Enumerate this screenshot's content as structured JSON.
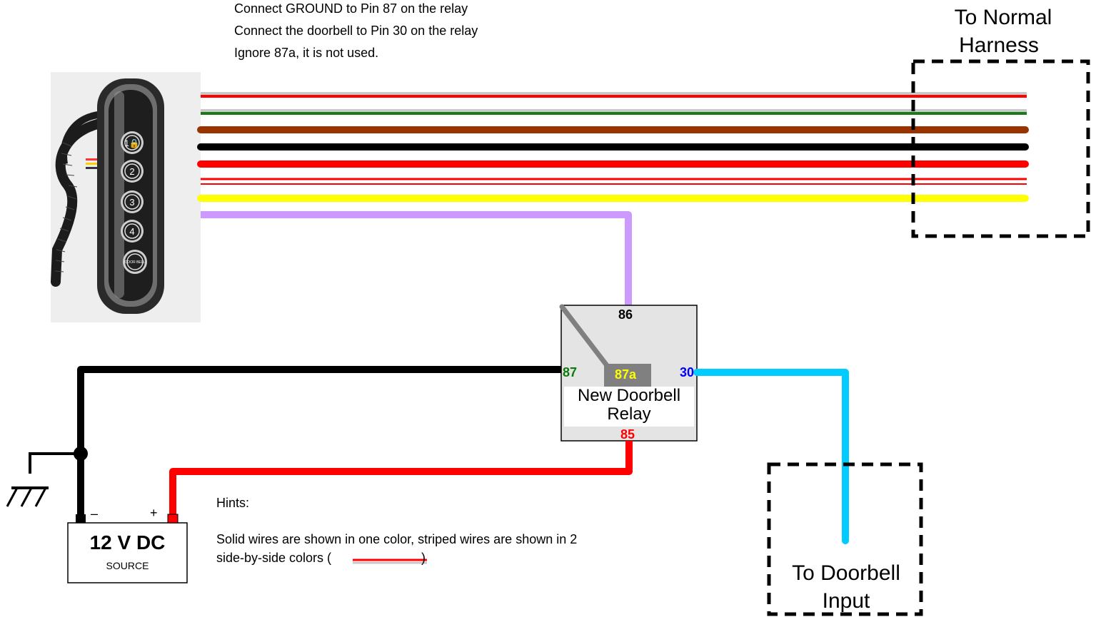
{
  "instructions": [
    "Connect GROUND to Pin 87 on the relay",
    "Connect the doorbell to Pin 30 on the relay",
    "Ignore 87a, it is not used."
  ],
  "harness_box": {
    "line1": "To Normal",
    "line2": "Harness"
  },
  "doorbell_box": {
    "line1": "To Doorbell",
    "line2": "Input"
  },
  "relay": {
    "label_line1": "New Doorbell",
    "label_line2": "Relay",
    "pins": {
      "p86": "86",
      "p87": "87",
      "p87a": "87a",
      "p30": "30",
      "p85": "85"
    }
  },
  "battery": {
    "voltage": "12 V DC",
    "source": "SOURCE",
    "minus": "–",
    "plus": "+"
  },
  "keypad": {
    "buttons": [
      "1🔒",
      "2",
      "3",
      "4",
      "DOOR BELL"
    ]
  },
  "hints": {
    "title": "Hints:",
    "line1": "Solid wires are shown in one color, striped wires are shown in 2",
    "line2": "side-by-side colors (",
    "line2_end": ")"
  },
  "colors": {
    "gray_stripe": "#c8c8c8",
    "red": "#ff0000",
    "green": "#1a7a1a",
    "brown": "#993300",
    "black": "#000000",
    "yellow": "#ffff00",
    "lavender": "#cc99ff",
    "cyan": "#00ccff",
    "pin87_green": "#0a7a0a",
    "pin87a_yellow": "#ffff00",
    "pin30_blue": "#0000ff",
    "pin85_red": "#ff0000"
  }
}
